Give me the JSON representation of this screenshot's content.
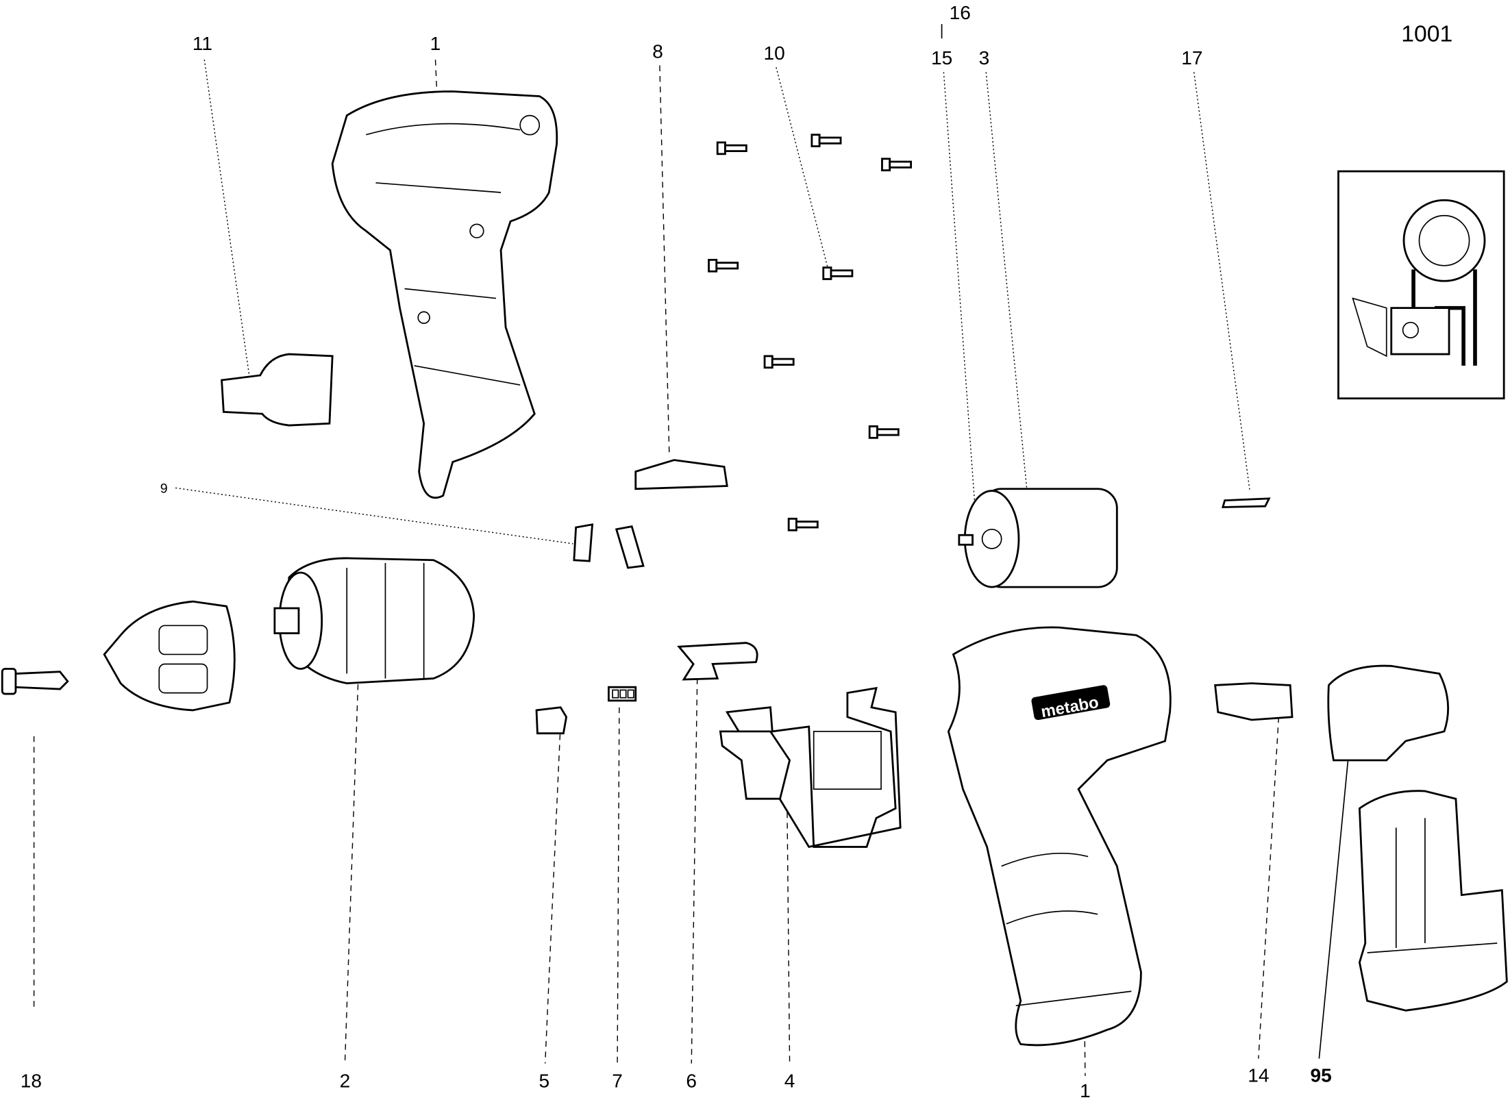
{
  "diagram": {
    "page_number": "1001",
    "brand_logo": "metabo",
    "part_labels": {
      "p11": "11",
      "p1_top": "1",
      "p8": "8",
      "p10": "10",
      "p16": "16",
      "p15": "15",
      "p3": "3",
      "p17": "17",
      "p9": "9",
      "p18": "18",
      "p2": "2",
      "p5": "5",
      "p7": "7",
      "p6": "6",
      "p4": "4",
      "p1_bottom": "1",
      "p14": "14",
      "p95": "95"
    }
  }
}
